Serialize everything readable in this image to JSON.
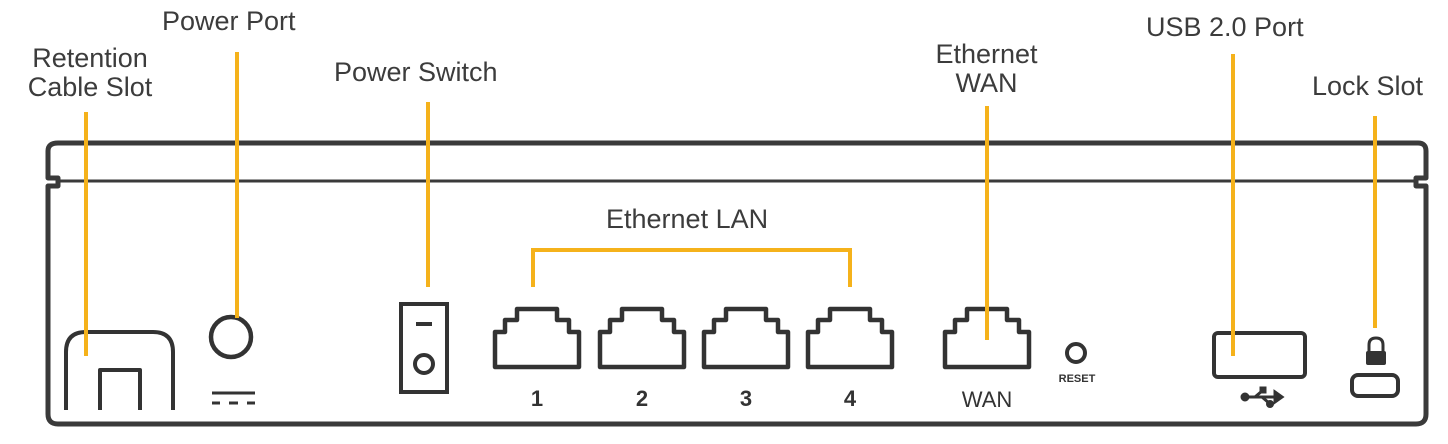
{
  "colors": {
    "accent": "#F5B21B",
    "outline": "#3a3a3a"
  },
  "labels": {
    "retention_cable_slot": [
      "Retention",
      "Cable Slot"
    ],
    "power_port": "Power Port",
    "power_switch": "Power Switch",
    "ethernet_lan": "Ethernet LAN",
    "ethernet_wan": [
      "Ethernet",
      "WAN"
    ],
    "usb_port": "USB 2.0 Port",
    "lock_slot": "Lock Slot"
  },
  "ports": {
    "lan": [
      "1",
      "2",
      "3",
      "4"
    ],
    "wan": "WAN",
    "reset": "RESET"
  },
  "icons": {
    "power_port": "dc-power-symbol-icon",
    "usb": "usb-icon",
    "lock": "padlock-icon"
  }
}
